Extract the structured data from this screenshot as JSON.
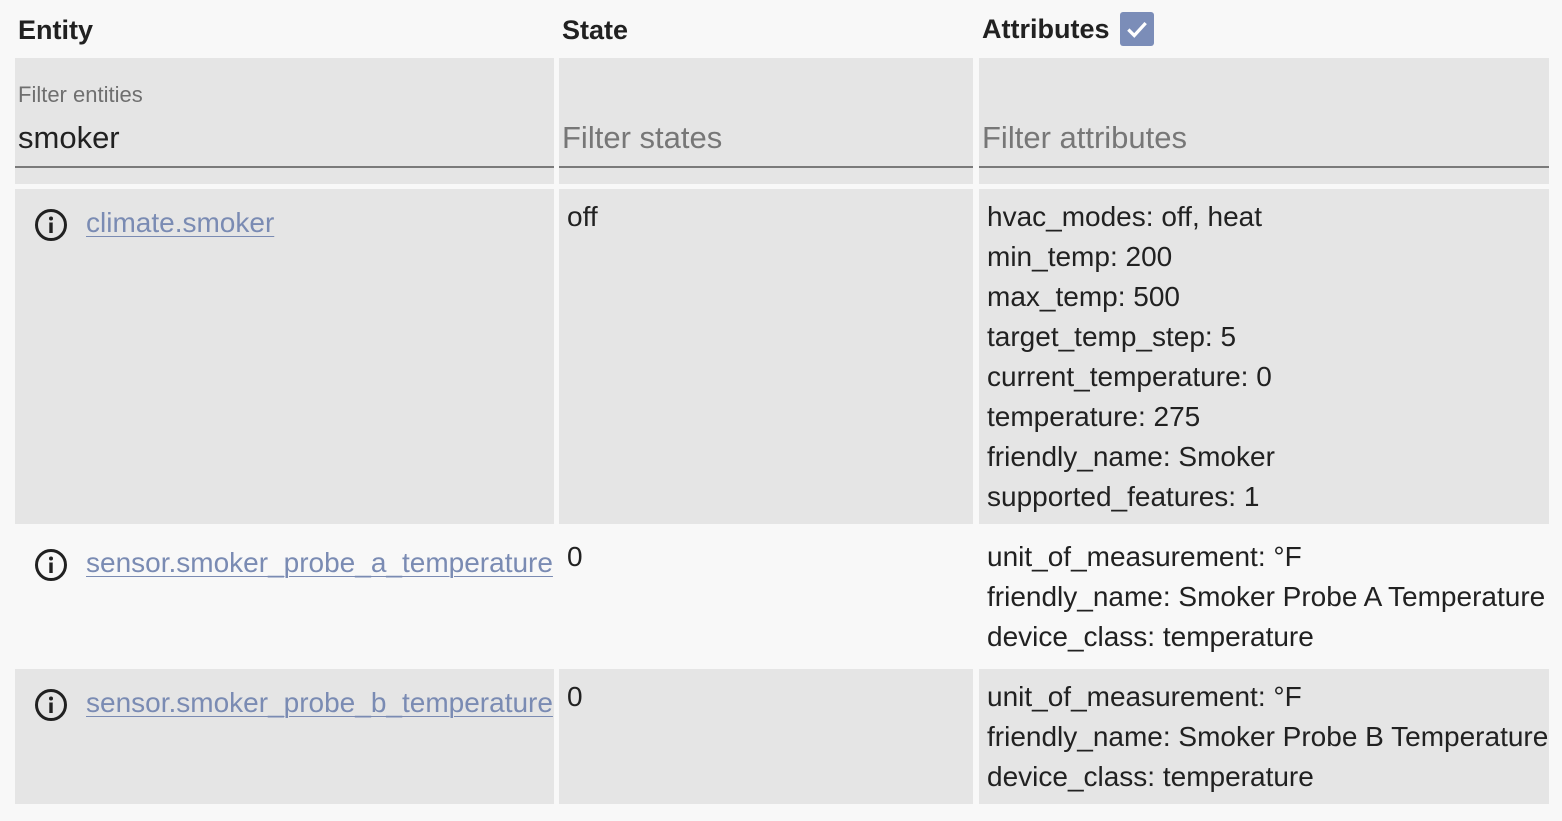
{
  "headers": {
    "entity": "Entity",
    "state": "State",
    "attributes": "Attributes",
    "attributes_checked": true
  },
  "filters": {
    "entity": {
      "label": "Filter entities",
      "value": "smoker"
    },
    "state": {
      "placeholder": "Filter states",
      "value": ""
    },
    "attributes": {
      "placeholder": "Filter attributes",
      "value": ""
    }
  },
  "rows": [
    {
      "entity_id": "climate.smoker",
      "state": "off",
      "attributes": [
        "hvac_modes: off, heat",
        "min_temp: 200",
        "max_temp: 500",
        "target_temp_step: 5",
        "current_temperature: 0",
        "temperature: 275",
        "friendly_name: Smoker",
        "supported_features: 1"
      ]
    },
    {
      "entity_id": "sensor.smoker_probe_a_temperature",
      "state": "0",
      "attributes": [
        "unit_of_measurement: °F",
        "friendly_name: Smoker Probe A Temperature",
        "device_class: temperature"
      ]
    },
    {
      "entity_id": "sensor.smoker_probe_b_temperature",
      "state": "0",
      "attributes": [
        "unit_of_measurement: °F",
        "friendly_name: Smoker Probe B Temperature",
        "device_class: temperature"
      ]
    }
  ],
  "colors": {
    "link": "#7a8bb3",
    "checkbox": "#7b8db8",
    "shaded_bg": "#e5e5e5",
    "page_bg": "#f8f8f8"
  },
  "icons": {
    "row_info": "info-circle-icon",
    "checkbox_mark": "checkmark-icon"
  }
}
